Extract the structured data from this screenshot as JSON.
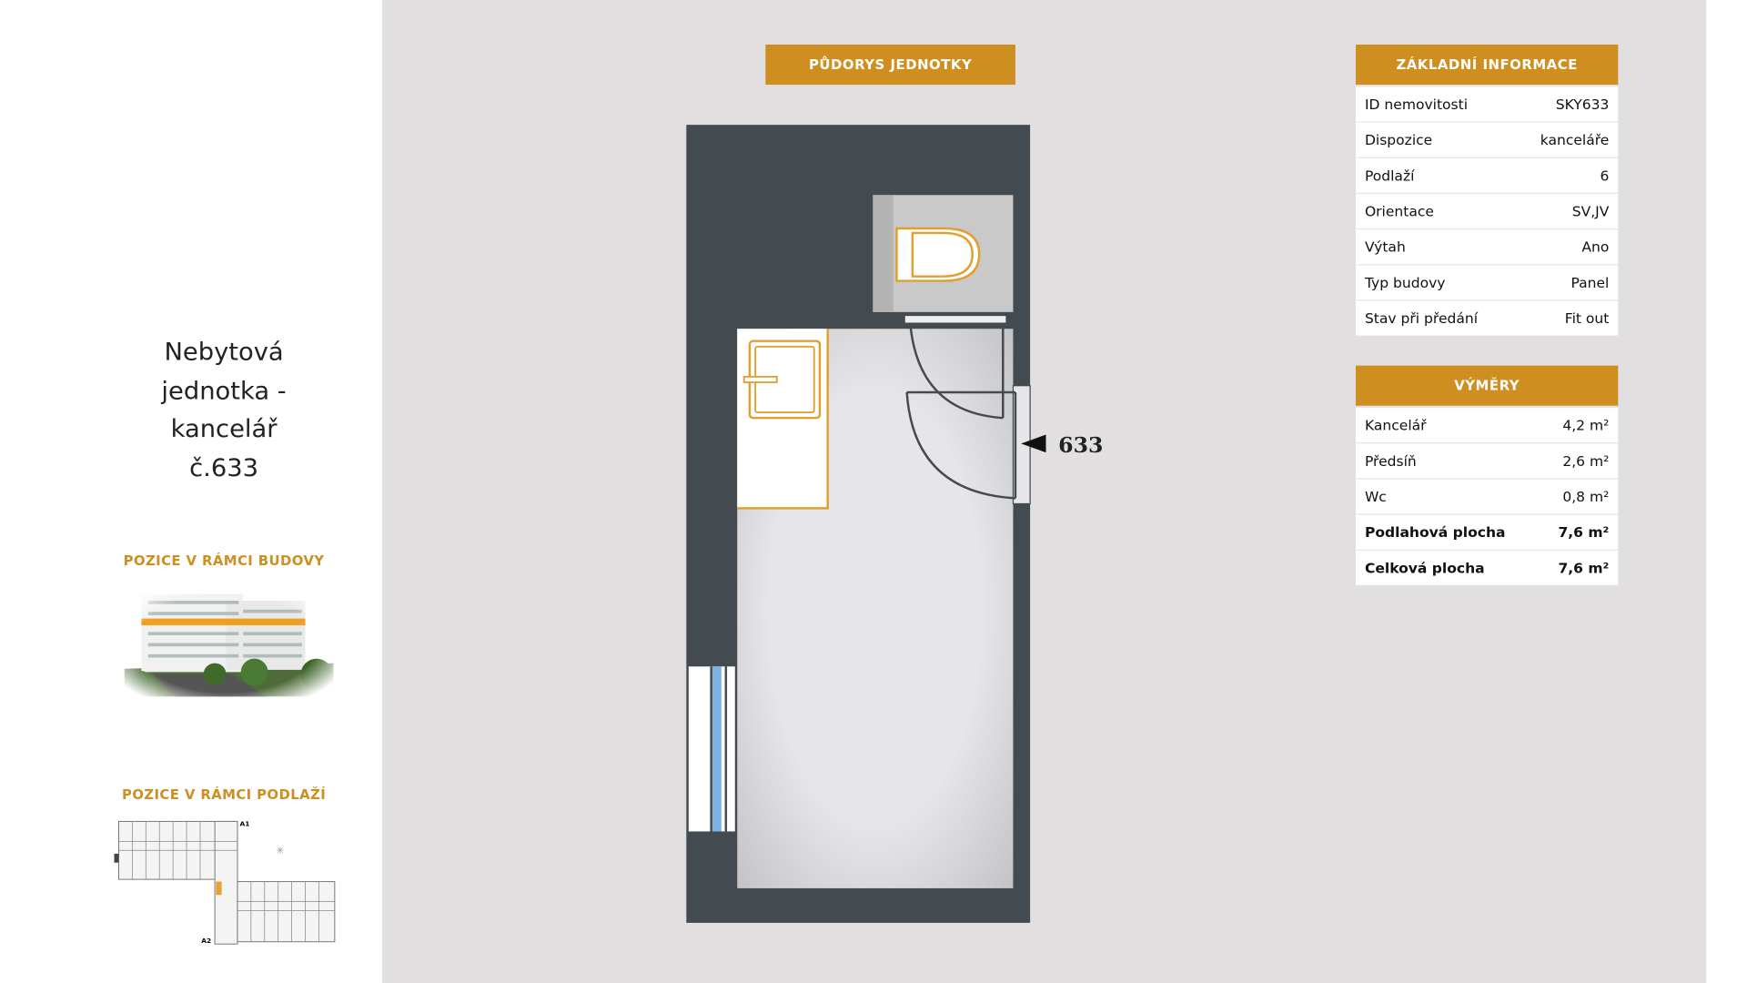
{
  "unit_title": {
    "line1": "Nebytová",
    "line2": "jednotka -",
    "line3": "kancelář",
    "line4": "č.633"
  },
  "sections": {
    "building_position": "POZICE V RÁMCI BUDOVY",
    "floor_position": "POZICE V RÁMCI PODLAŽÍ",
    "floorplan": "PŮDORYS JEDNOTKY"
  },
  "floor_schematic_labels": {
    "a1": "A1",
    "a2": "A2"
  },
  "floorplan_unit_label": "633",
  "basic_info": {
    "title": "ZÁKLADNÍ INFORMACE",
    "rows": [
      {
        "label": "ID nemovitosti",
        "value": "SKY633"
      },
      {
        "label": "Dispozice",
        "value": "kanceláře"
      },
      {
        "label": "Podlaží",
        "value": "6"
      },
      {
        "label": "Orientace",
        "value": "SV,JV"
      },
      {
        "label": "Výtah",
        "value": "Ano"
      },
      {
        "label": "Typ budovy",
        "value": "Panel"
      },
      {
        "label": "Stav při předání",
        "value": "Fit out"
      }
    ]
  },
  "areas": {
    "title": "VÝMĚRY",
    "rows": [
      {
        "label": "Kancelář",
        "value": "4,2 m²"
      },
      {
        "label": "Předsíň",
        "value": "2,6 m²"
      },
      {
        "label": "Wc",
        "value": "0,8 m²"
      },
      {
        "label": "Podlahová plocha",
        "value": "7,6 m²",
        "bold": true
      },
      {
        "label": "Celková plocha",
        "value": "7,6 m²",
        "bold": true
      }
    ]
  },
  "colors": {
    "accent": "#cf8f20",
    "wall": "#434a50",
    "background": "#e1dfdf"
  }
}
